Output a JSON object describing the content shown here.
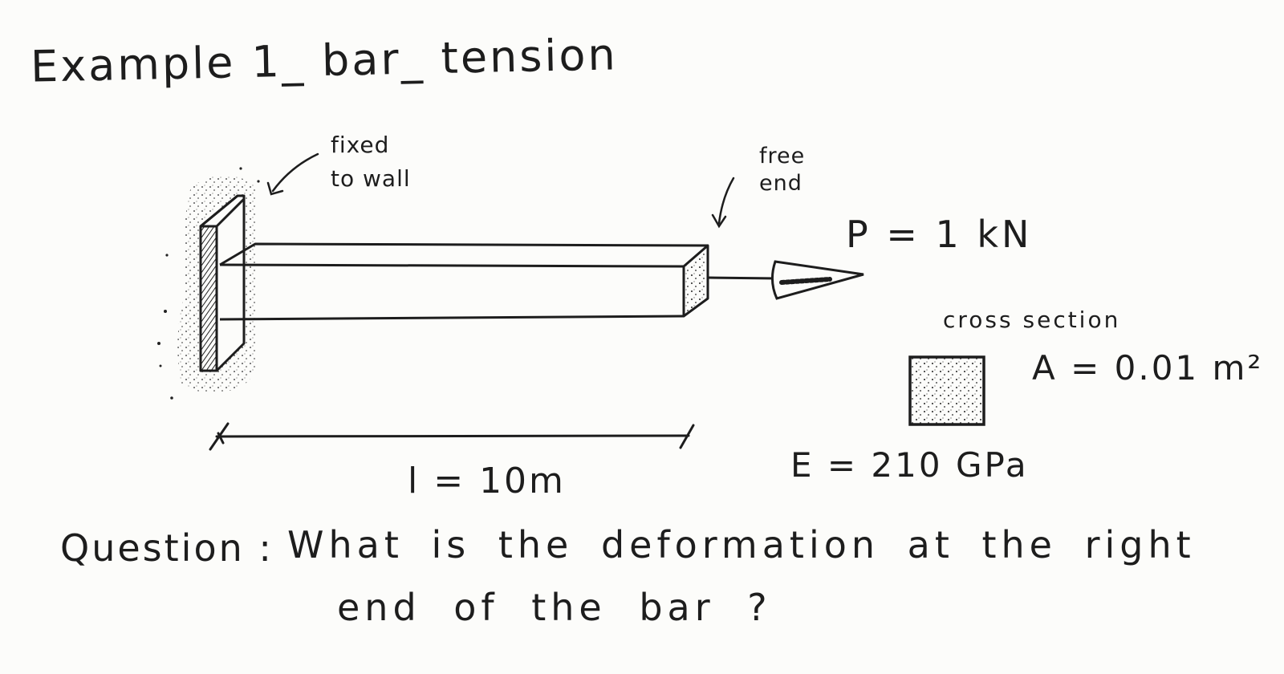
{
  "title": "Example 1_ bar_ tension",
  "support": {
    "label_line1": "fixed",
    "label_line2": "to wall"
  },
  "free_end": {
    "label_line1": "free",
    "label_line2": "end"
  },
  "load": {
    "label": "P = 1 kN"
  },
  "cross_section": {
    "label": "cross section",
    "area": "A = 0.01 m²"
  },
  "material": {
    "modulus": "E = 210 GPa"
  },
  "length": {
    "label": "l = 10m"
  },
  "question": {
    "label": "Question :",
    "line1": "What is the deformation at the right",
    "line2": "end of the bar ?"
  },
  "colors": {
    "ink": "#1d1d1d",
    "paper": "#fcfcfa"
  }
}
